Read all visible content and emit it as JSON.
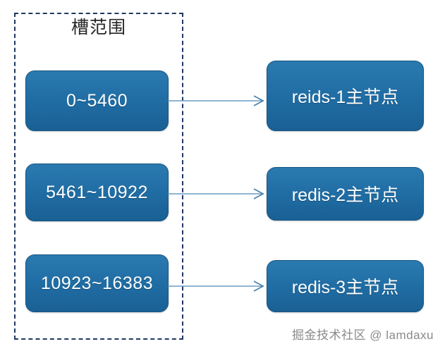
{
  "diagram": {
    "group": {
      "title": "槽范围",
      "border_color": "#1F3864",
      "border_style": "dashed"
    },
    "node_fill_color": "#1F6CA3",
    "arrow_color": "#6A9CC0",
    "rows": [
      {
        "slot_label": "0~5460",
        "node_label": "reids-1主节点",
        "connector_name": "arrow-slot-1-to-redis-1"
      },
      {
        "slot_label": "5461~10922",
        "node_label": "redis-2主节点",
        "connector_name": "arrow-slot-2-to-redis-2"
      },
      {
        "slot_label": "10923~16383",
        "node_label": "redis-3主节点",
        "connector_name": "arrow-slot-3-to-redis-3"
      }
    ],
    "watermark": "掘金技术社区 @ lamdaxu"
  }
}
